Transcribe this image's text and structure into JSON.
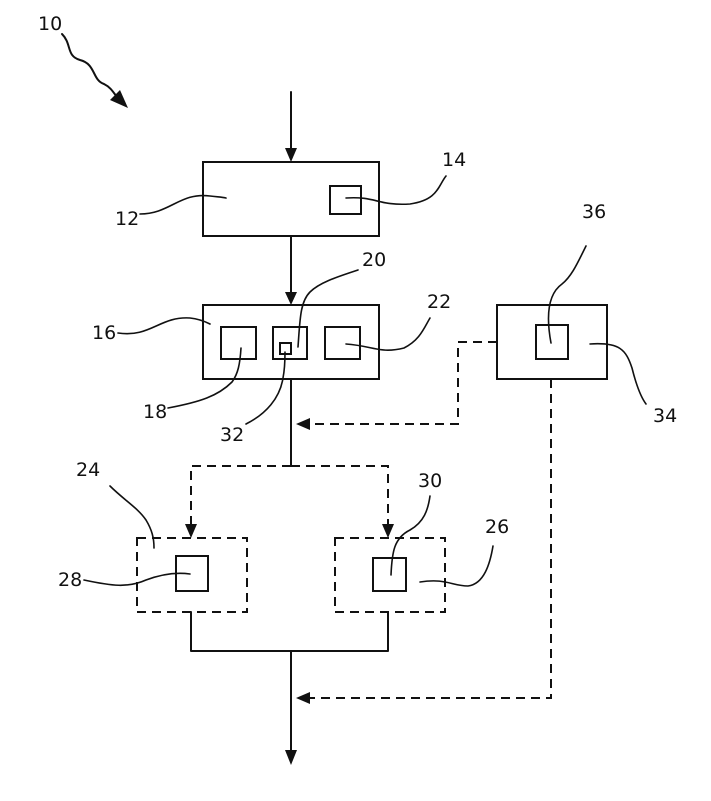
{
  "figure": {
    "refs": {
      "r10": "10",
      "r12": "12",
      "r14": "14",
      "r16": "16",
      "r18": "18",
      "r20": "20",
      "r22": "22",
      "r24": "24",
      "r26": "26",
      "r28": "28",
      "r30": "30",
      "r32": "32",
      "r34": "34",
      "r36": "36"
    }
  }
}
